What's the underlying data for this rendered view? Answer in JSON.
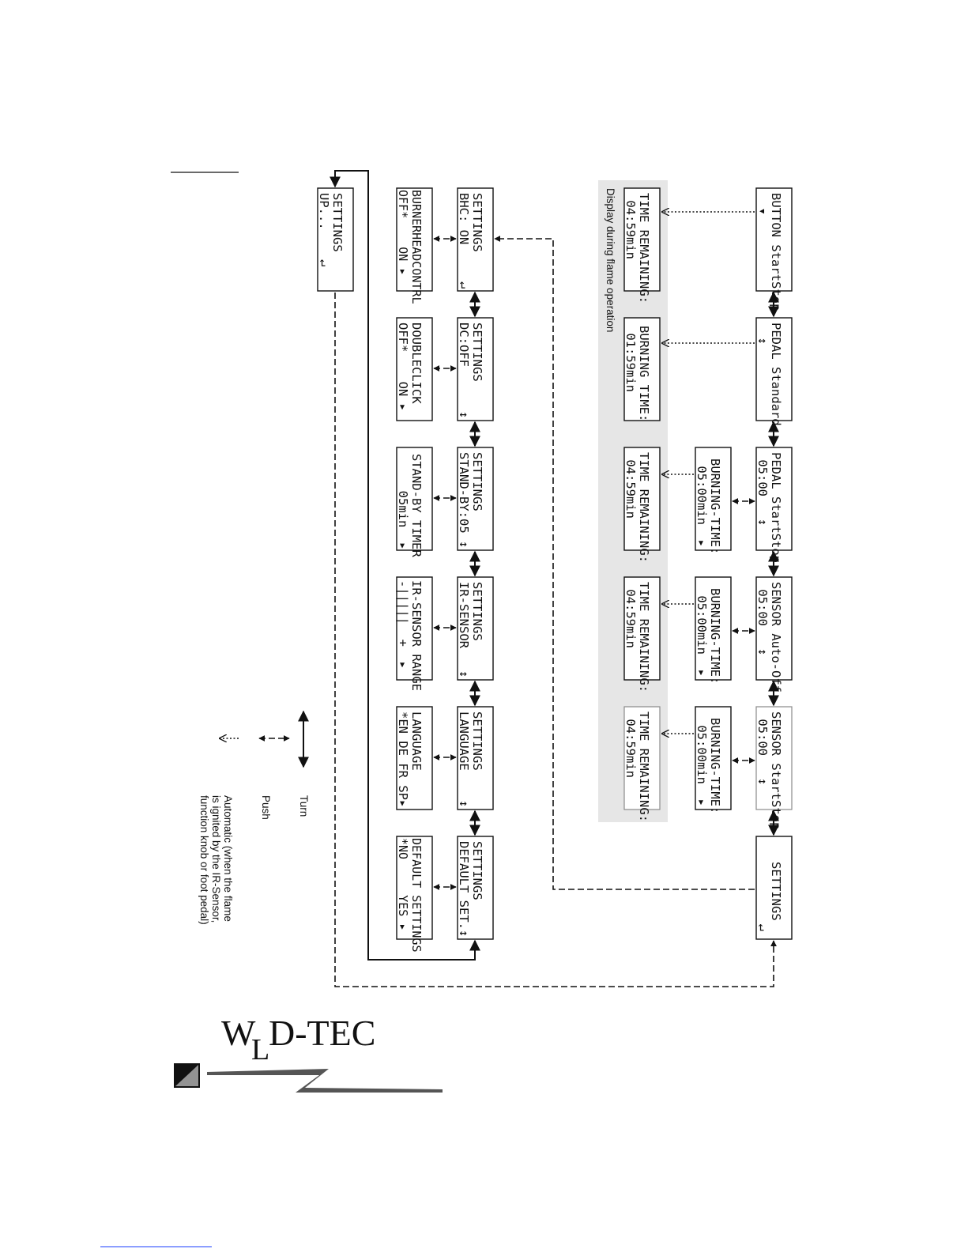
{
  "panel_caption": "Display during flame operation",
  "main_column": [
    {
      "line1": "BUTTON StartStop",
      "line2": "  ▾"
    },
    {
      "line1": "PEDAL Standard",
      "line2": "  ↕"
    },
    {
      "line1": "PEDAL StartStop",
      "line2": " 05:00   ↕"
    },
    {
      "line1": "SENSOR Auto-Off",
      "line2": " 05:00   ↕"
    },
    {
      "line1": "SENSOR StartStop",
      "line2": " 05:00   ↕"
    },
    {
      "line1": "SETTINGS",
      "line2": "  ↵"
    }
  ],
  "burning_time": [
    {
      "line1": "BURNING-TIME:",
      "line2": " 05:00min  ▸"
    },
    {
      "line1": "BURNING-TIME:",
      "line2": " 05:00min  ▸"
    },
    {
      "line1": "BURNING-TIME:",
      "line2": " 05:00min  ▸"
    }
  ],
  "flame_displays": [
    {
      "line1": "TIME REMAINING:",
      "line2": " 04:59min"
    },
    {
      "line1": "BURNING TIME:",
      "line2": " 01:59min"
    },
    {
      "line1": "TIME REMAINING:",
      "line2": " 04:59min"
    },
    {
      "line1": "TIME REMAINING:",
      "line2": " 04:59min"
    },
    {
      "line1": "TIME REMAINING:",
      "line2": " 04:59min"
    }
  ],
  "settings_menu": [
    {
      "line1": "SETTINGS",
      "line2": "BHC: ON     ↵"
    },
    {
      "line1": "SETTINGS",
      "line2": "DC:OFF      ↕"
    },
    {
      "line1": "SETTINGS",
      "line2": "STAND-BY:05 ↕"
    },
    {
      "line1": "SETTINGS",
      "line2": "IR-SENSOR   ↕"
    },
    {
      "line1": "SETTINGS",
      "line2": "LANGUAGE    ↕"
    },
    {
      "line1": "SETTINGS",
      "line2": "DEFAULT SET.↕"
    }
  ],
  "setting_options": [
    {
      "line1": "BURNERHEADCONTRL",
      "line2": "OFF*    ON ▸"
    },
    {
      "line1": "DOUBLECLICK",
      "line2": "OFF*    ON ▸"
    },
    {
      "line1": "STAND-BY TIMER",
      "line2": "     05min  ▸"
    },
    {
      "line1": "IR-SENSOR RANGE",
      "line2": "-|||||  +  ▸"
    },
    {
      "line1": "LANGUAGE",
      "line2": "*EN DE FR SP▸"
    },
    {
      "line1": "DEFAULT SETTINGS",
      "line2": "*NO     YES ▸"
    }
  ],
  "settings_up": {
    "line1": "SETTINGS",
    "line2": "UP...    ↵"
  },
  "legend": {
    "turn": "Turn",
    "push": "Push",
    "auto_line1": "Automatic (when the flame",
    "auto_line2": "is ignited by the IR-Sensor,",
    "auto_line3": "function knob or foot pedal)"
  },
  "logo": {
    "w": "W",
    "l": "L",
    "rest": "D-TEC"
  },
  "colors": {
    "panel": "#e6e6e6",
    "ink": "#111111"
  }
}
